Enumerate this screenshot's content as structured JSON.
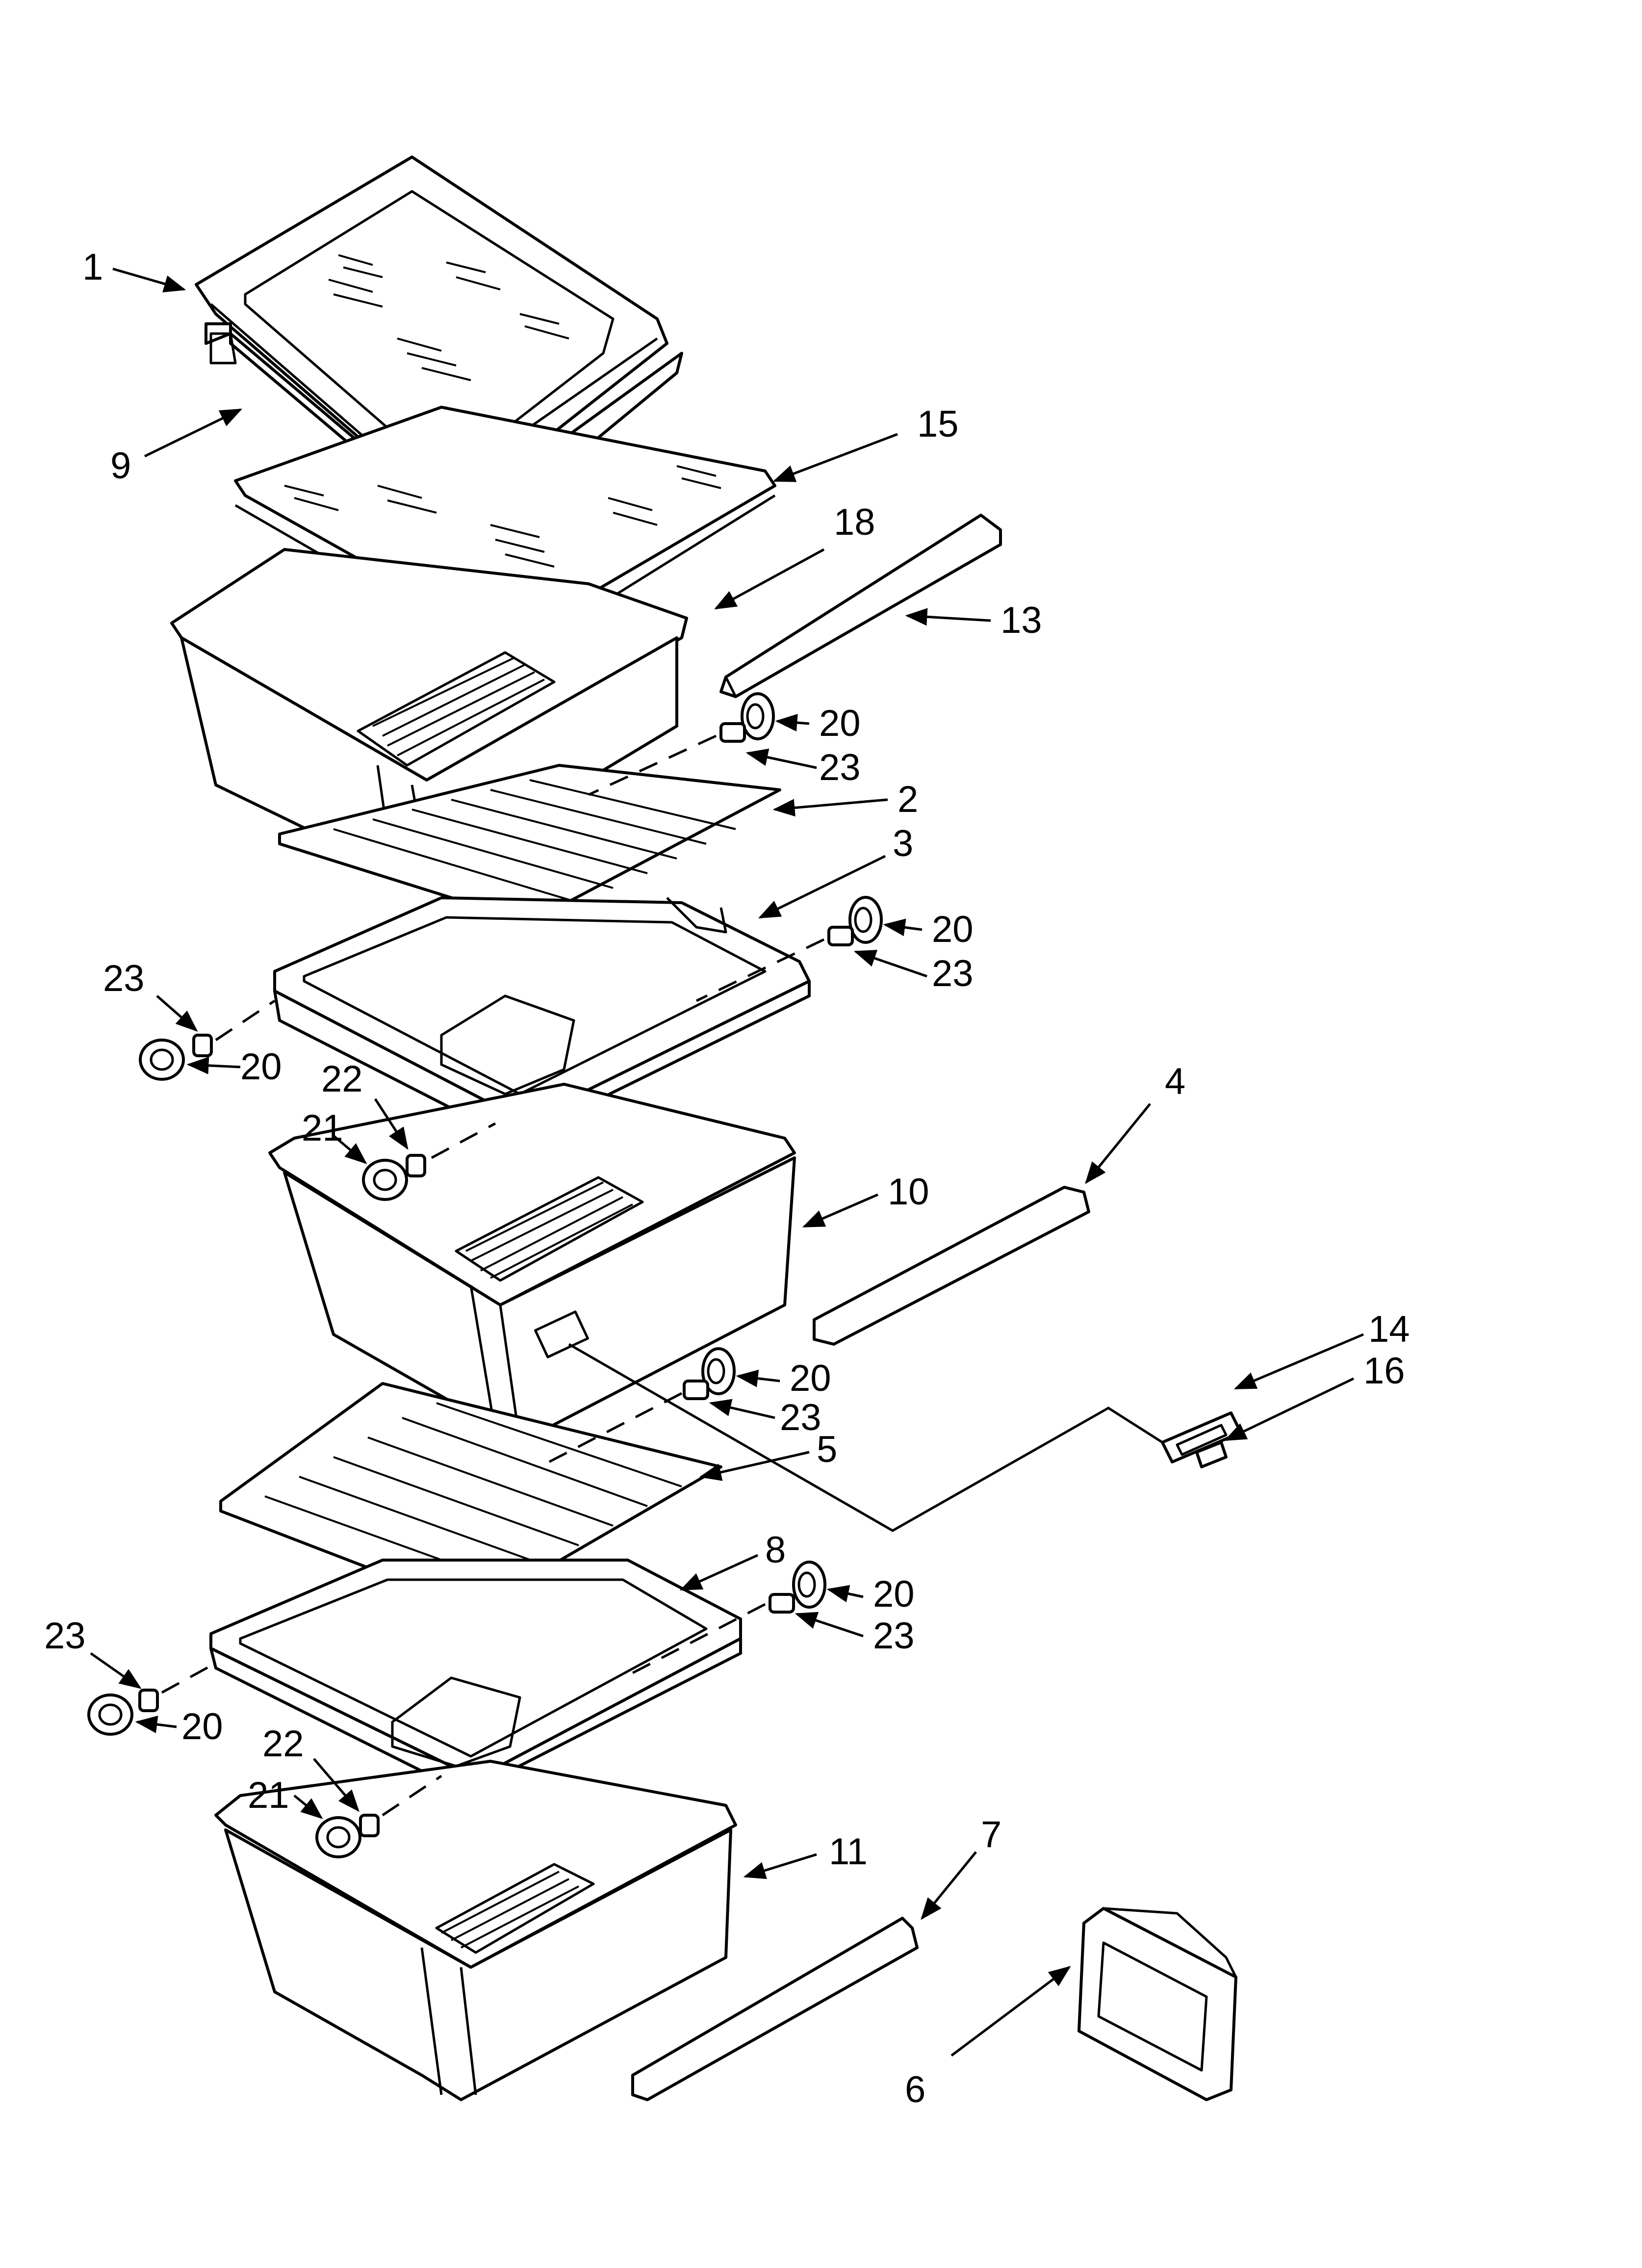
{
  "callouts": {
    "c1": "1",
    "c9": "9",
    "c15": "15",
    "c18": "18",
    "c13": "13",
    "c20a": "20",
    "c23a": "23",
    "c2": "2",
    "c3": "3",
    "c20b": "20",
    "c23b": "23",
    "c23c": "23",
    "c20c": "20",
    "c22a": "22",
    "c21a": "21",
    "c4": "4",
    "c10": "10",
    "c14": "14",
    "c16": "16",
    "c20d": "20",
    "c23d": "23",
    "c5": "5",
    "c8": "8",
    "c20e": "20",
    "c23e": "23",
    "c23f": "23",
    "c20f": "20",
    "c22b": "22",
    "c21b": "21",
    "c11": "11",
    "c7": "7",
    "c6": "6"
  }
}
